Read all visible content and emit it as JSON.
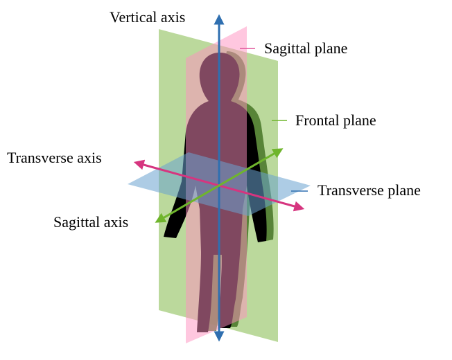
{
  "labels": {
    "vertical_axis": "Vertical axis",
    "sagittal_plane": "Sagittal plane",
    "frontal_plane": "Frontal plane",
    "transverse_axis": "Transverse axis",
    "transverse_plane": "Transverse plane",
    "sagittal_axis": "Sagittal axis"
  },
  "colors": {
    "frontal_plane": "#8dbf5a",
    "sagittal_plane": "#ff8fbf",
    "transverse_plane": "#6aa3cf",
    "vertical_axis": "#2f6fb0",
    "transverse_axis": "#d6357f",
    "sagittal_axis": "#6fb52c",
    "body_shadow": "#4e7a2e",
    "body": "#000000"
  }
}
